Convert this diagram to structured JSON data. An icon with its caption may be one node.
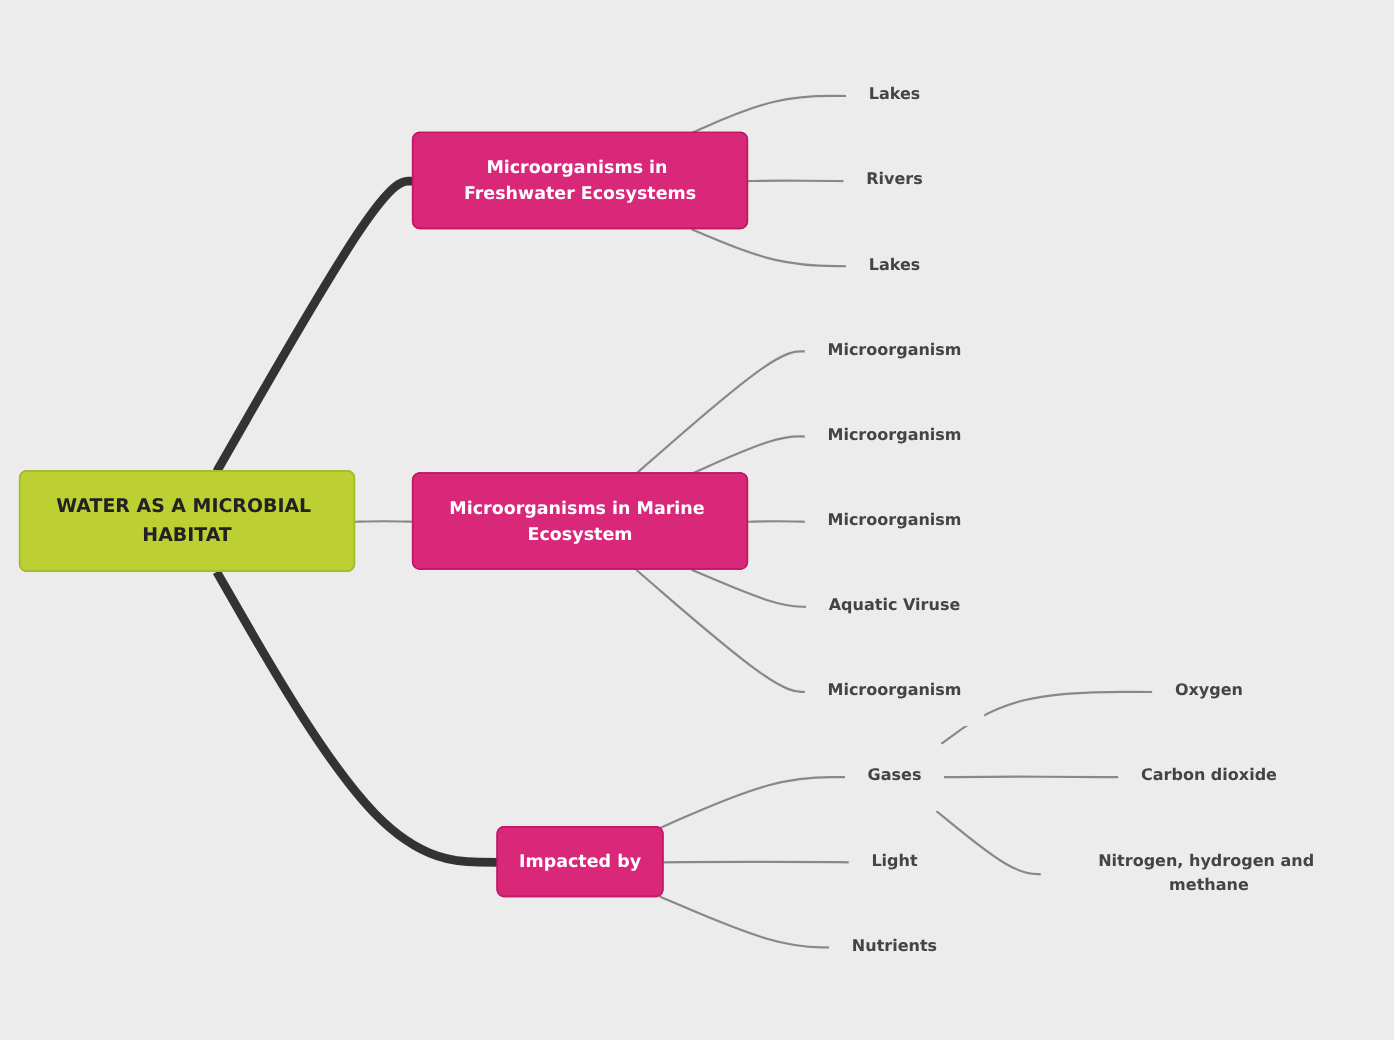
{
  "diagram": {
    "nodes": [
      {
        "text": [
          "WATER AS A MICROBIAL HABITAT"
        ]
      },
      {
        "text": [
          "Microorganisms in Freshwater Ecosystems"
        ]
      },
      {
        "text": [
          "Lakes"
        ]
      },
      {
        "text": [
          "Rivers"
        ]
      },
      {
        "text": [
          "Lakes"
        ]
      },
      {
        "text": [
          "Microorganisms in Marine Ecosystem"
        ]
      },
      {
        "text": [
          "Microorganism"
        ]
      },
      {
        "text": [
          "Microorganism"
        ]
      },
      {
        "text": [
          "Microorganism"
        ]
      },
      {
        "text": [
          "Aquatic Viruse"
        ]
      },
      {
        "text": [
          "Microorganism"
        ]
      },
      {
        "text": [
          "Impacted by"
        ]
      },
      {
        "text": [
          "Gases"
        ]
      },
      {
        "text": [
          "Oxygen"
        ]
      },
      {
        "text": [
          "Carbon dioxide"
        ]
      },
      {
        "text": [
          "Nitrogen, hydrogen and methane"
        ]
      },
      {
        "text": [
          "Light"
        ]
      },
      {
        "text": [
          "Nutrients"
        ]
      }
    ],
    "edges": [
      {
        "from": 0,
        "to": 1,
        "arrow": "none",
        "style": "thick",
        "color": "#333333"
      },
      {
        "from": 1,
        "to": 2,
        "arrow": "none"
      },
      {
        "from": 1,
        "to": 3,
        "arrow": "none"
      },
      {
        "from": 1,
        "to": 4,
        "arrow": "none"
      },
      {
        "from": 0,
        "to": 5,
        "arrow": "none"
      },
      {
        "from": 5,
        "to": 6,
        "arrow": "none"
      },
      {
        "from": 5,
        "to": 7,
        "arrow": "none"
      },
      {
        "from": 5,
        "to": 8,
        "arrow": "none"
      },
      {
        "from": 5,
        "to": 9,
        "arrow": "none"
      },
      {
        "from": 5,
        "to": 10,
        "arrow": "none"
      },
      {
        "from": 0,
        "to": 11,
        "arrow": "none",
        "style": "thick",
        "color": "#333333"
      },
      {
        "from": 11,
        "to": 12,
        "arrow": "none"
      },
      {
        "from": 12,
        "to": 13,
        "arrow": "none"
      },
      {
        "from": 12,
        "to": 14,
        "arrow": "none"
      },
      {
        "from": 12,
        "to": 15,
        "arrow": "none"
      },
      {
        "from": 11,
        "to": 16,
        "arrow": "none"
      },
      {
        "from": 11,
        "to": 17,
        "arrow": "none"
      }
    ]
  }
}
